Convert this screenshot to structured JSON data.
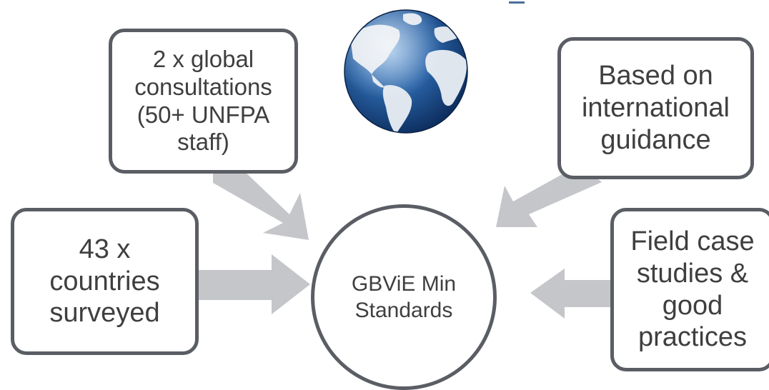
{
  "diagram": {
    "center": {
      "lines": [
        "GBViE Min",
        "Standards"
      ]
    },
    "inputs": [
      {
        "id": "consultations",
        "lines": [
          "2 x global",
          "consultations",
          "(50+ UNFPA",
          "staff)"
        ]
      },
      {
        "id": "guidance",
        "lines": [
          "Based on",
          "international",
          "guidance"
        ]
      },
      {
        "id": "countries",
        "lines": [
          "43 x",
          "countries",
          "surveyed"
        ]
      },
      {
        "id": "field",
        "lines": [
          "Field case",
          "studies &",
          "good",
          "practices"
        ]
      }
    ],
    "globe": {
      "icon": "globe-icon"
    },
    "colors": {
      "border": "#5a5e64",
      "arrow": "#c4c6ca",
      "text": "#3f3f3f",
      "ocean": "#1f4e86"
    }
  }
}
